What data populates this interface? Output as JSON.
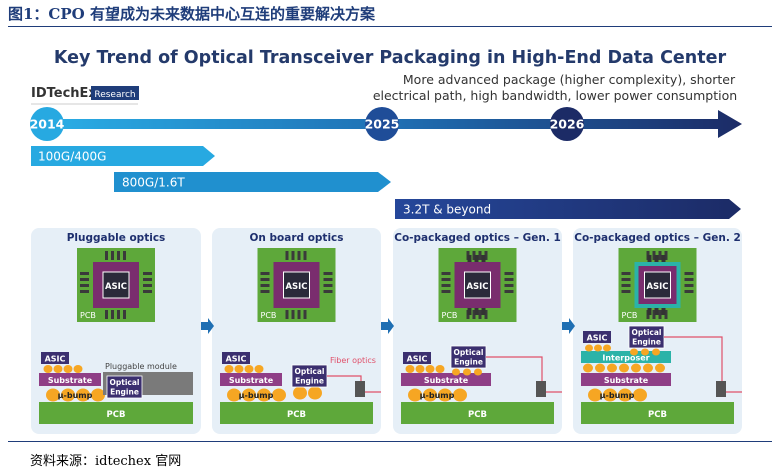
{
  "caption": "图1：CPO 有望成为未来数据中心互连的重要解决方案",
  "source": "资料来源：idtechex 官网",
  "figure": {
    "title": "Key Trend of Optical Transceiver Packaging in High-End Data Center",
    "logo_text": "IDTechEx",
    "logo_badge": "Research",
    "trend_note_line1": "More advanced package (higher complexity), shorter",
    "trend_note_line2": "electrical path, high bandwidth, lower power consumption",
    "years": [
      "2014",
      "2025",
      "2026"
    ],
    "speed_bars": [
      "100G/400G",
      "800G/1.6T",
      "3.2T & beyond"
    ],
    "panels": [
      {
        "title": "Pluggable optics",
        "chip": "ASIC",
        "pcb_top": "PCB",
        "asic_side": "ASIC",
        "substrate": "Substrate",
        "ubump": "μ-bump",
        "pcb": "PCB",
        "module_label": "Pluggable module",
        "engine_l1": "Optical",
        "engine_l2": "Engine"
      },
      {
        "title": "On board optics",
        "chip": "ASIC",
        "pcb_top": "PCB",
        "asic_side": "ASIC",
        "substrate": "Substrate",
        "ubump": "μ-bump",
        "pcb": "PCB",
        "engine_l1": "Optical",
        "engine_l2": "Engine",
        "fiber_label": "Fiber optics"
      },
      {
        "title": "Co-packaged optics – Gen. 1",
        "chip": "ASIC",
        "pcb_top": "PCB",
        "asic_side": "ASIC",
        "substrate": "Substrate",
        "ubump": "μ-bump",
        "pcb": "PCB",
        "engine_l1": "Optical",
        "engine_l2": "Engine"
      },
      {
        "title": "Co-packaged optics – Gen. 2",
        "chip": "ASIC",
        "pcb_top": "PCB",
        "asic_side": "ASIC",
        "interposer": "Interposer",
        "substrate": "Substrate",
        "ubump": "μ-bump",
        "pcb": "PCB",
        "engine_l1": "Optical",
        "engine_l2": "Engine"
      }
    ]
  },
  "colors": {
    "caption": "#1f3d7a",
    "title": "#243a6b",
    "arrow_light": "#27a9e1",
    "arrow_dark": "#1e2f6e",
    "panel_bg": "#e6eff7",
    "pcb_green": "#5ea83a",
    "chip_purple": "#7a2d6e",
    "teal": "#2bb3a8",
    "substrate": "#8f3e86",
    "bump": "#f6a623",
    "fiber": "#e0506a"
  }
}
